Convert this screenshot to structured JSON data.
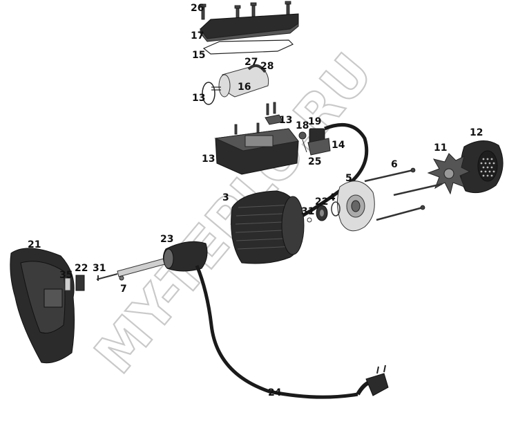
{
  "diagram": {
    "labels": {
      "l26": "26",
      "l17": "17",
      "l15": "15",
      "l27": "27",
      "l28": "28",
      "l16": "16",
      "l13a": "13",
      "l13b": "13",
      "l13c": "13",
      "l18": "18",
      "l19": "19",
      "l14": "14",
      "l25": "25",
      "l12": "12",
      "l11": "11",
      "l6": "6",
      "l5": "5",
      "l4": "4",
      "l22a": "22",
      "l31a": "31",
      "l3": "3",
      "l23": "23",
      "l21": "21",
      "l35": "35",
      "l22b": "22",
      "l31b": "31",
      "l7": "7",
      "l24": "24"
    },
    "watermark": "MY-TEPLO.RU"
  }
}
